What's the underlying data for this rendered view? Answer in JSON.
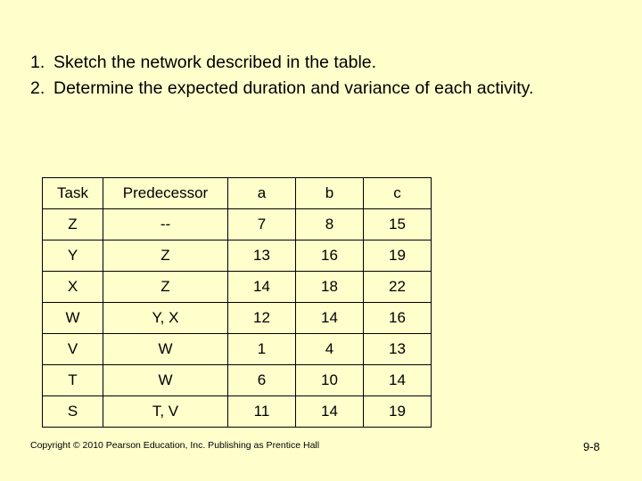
{
  "slide": {
    "background_color": "#ffffcc",
    "instructions": [
      {
        "number": "1.",
        "text": "Sketch the network described in the table."
      },
      {
        "number": "2.",
        "text": "Determine the expected duration and variance of each activity."
      }
    ],
    "table": {
      "headers": [
        "Task",
        "Predecessor",
        "a",
        "b",
        "c"
      ],
      "rows": [
        [
          "Z",
          "--",
          "7",
          "8",
          "15"
        ],
        [
          "Y",
          "Z",
          "13",
          "16",
          "19"
        ],
        [
          "X",
          "Z",
          "14",
          "18",
          "22"
        ],
        [
          "W",
          "Y, X",
          "12",
          "14",
          "16"
        ],
        [
          "V",
          "W",
          "1",
          "4",
          "13"
        ],
        [
          "T",
          "W",
          "6",
          "10",
          "14"
        ],
        [
          "S",
          "T, V",
          "11",
          "14",
          "19"
        ]
      ]
    },
    "footer": {
      "copyright": "Copyright © 2010 Pearson Education, Inc. Publishing as Prentice Hall",
      "page_number": "9-8"
    }
  }
}
